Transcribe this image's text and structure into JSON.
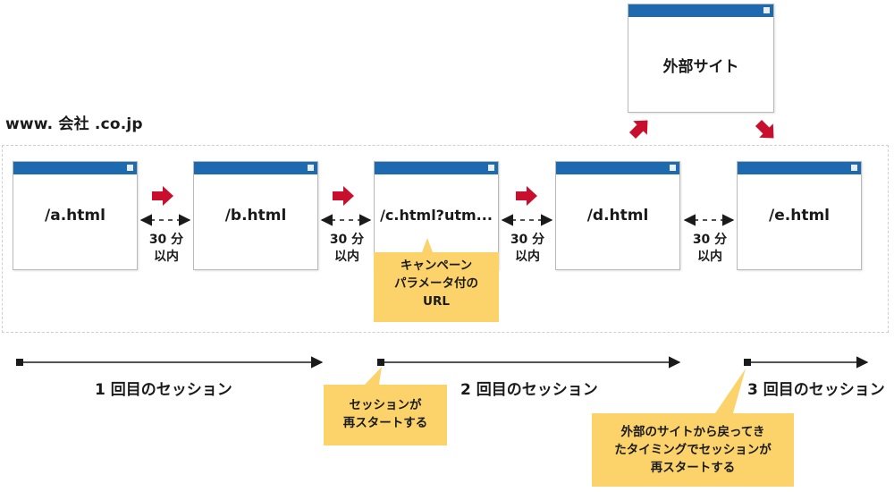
{
  "domain_label": "www. 会社 .co.jp",
  "external_site": "外部サイト",
  "pages": [
    "/a.html",
    "/b.html",
    "/c.html?utm...",
    "/d.html",
    "/e.html"
  ],
  "gap_text": {
    "line1": "30 分",
    "line2": "以内"
  },
  "notes": {
    "campaign": [
      "キャンペーン",
      "パラメータ付の",
      "URL"
    ],
    "restart": [
      "セッションが",
      "再スタートする"
    ],
    "return": [
      "外部のサイトから戻ってき",
      "たタイミングでセッションが",
      "再スタートする"
    ]
  },
  "sessions": [
    "1 回目のセッション",
    "2 回目のセッション",
    "3 回目のセッション"
  ],
  "colors": {
    "titlebar": "#1d6ab1",
    "arrow": "#c8102e",
    "note": "#fbd36a",
    "dashed": "#cfcfcf"
  }
}
